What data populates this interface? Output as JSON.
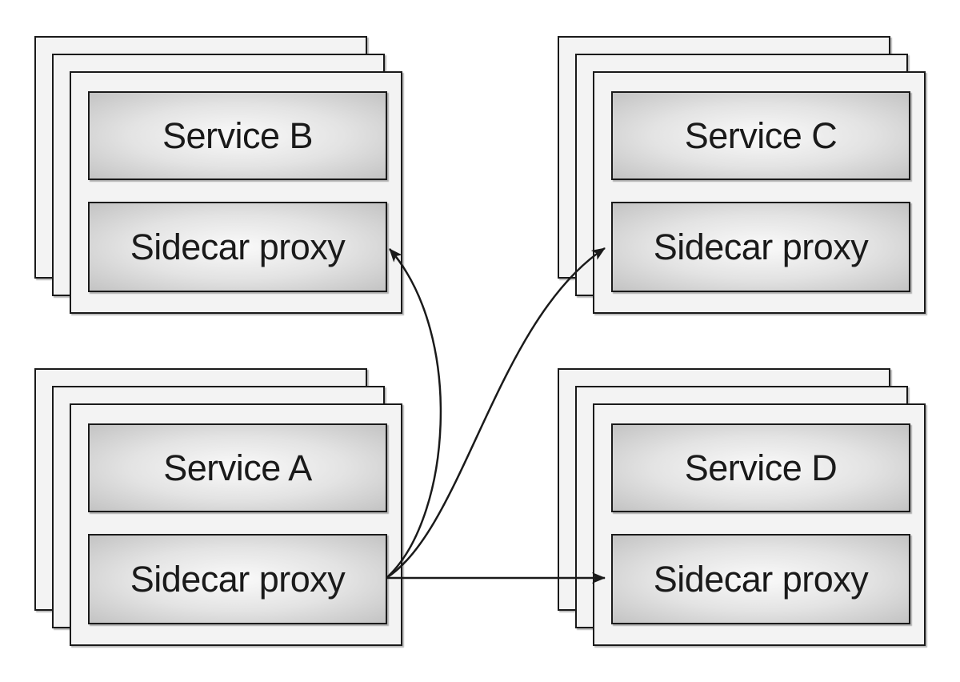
{
  "diagram": {
    "type": "service-mesh-sidecar-diagram",
    "nodes": [
      {
        "id": "service-b",
        "service_label": "Service B",
        "proxy_label": "Sidecar proxy",
        "stacked_instances": 3,
        "position": "top-left"
      },
      {
        "id": "service-c",
        "service_label": "Service C",
        "proxy_label": "Sidecar proxy",
        "stacked_instances": 3,
        "position": "top-right"
      },
      {
        "id": "service-a",
        "service_label": "Service A",
        "proxy_label": "Sidecar proxy",
        "stacked_instances": 3,
        "position": "bottom-left"
      },
      {
        "id": "service-d",
        "service_label": "Service D",
        "proxy_label": "Sidecar proxy",
        "stacked_instances": 3,
        "position": "bottom-right"
      }
    ],
    "edges": [
      {
        "from": "service-a.sidecar-proxy",
        "to": "service-b.sidecar-proxy",
        "style": "curved-arrow"
      },
      {
        "from": "service-a.sidecar-proxy",
        "to": "service-c.sidecar-proxy",
        "style": "curved-arrow"
      },
      {
        "from": "service-a.sidecar-proxy",
        "to": "service-d.sidecar-proxy",
        "style": "straight-arrow"
      }
    ],
    "colors": {
      "background": "#ffffff",
      "card_fill": "#f3f3f3",
      "box_gradient_center": "#fafafa",
      "box_gradient_edge": "#c3c3c3",
      "stroke": "#1a1a1a",
      "text": "#1a1a1a"
    }
  }
}
